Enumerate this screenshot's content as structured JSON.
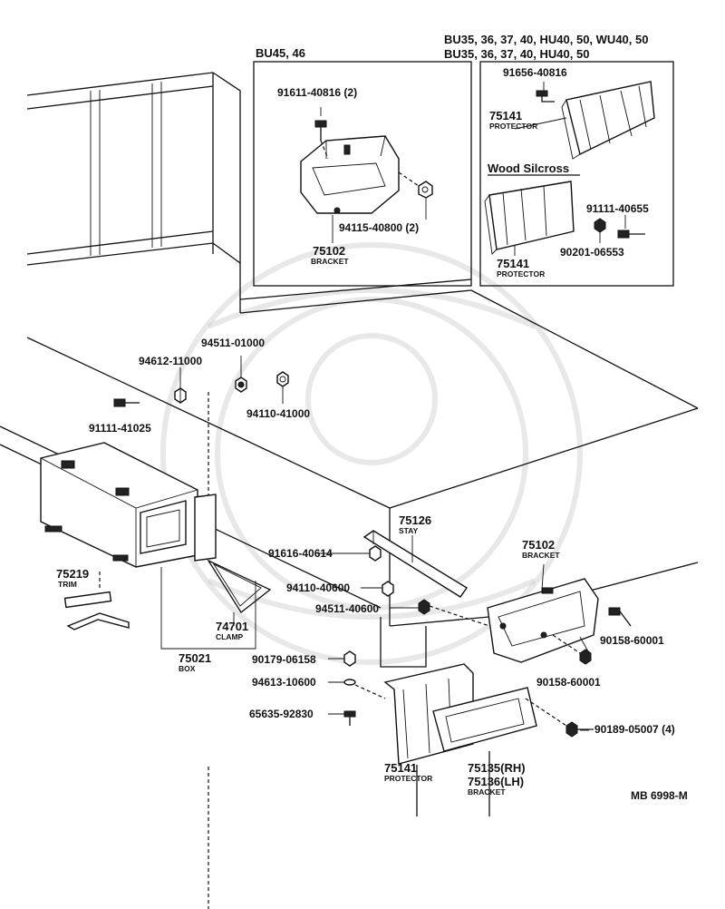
{
  "diagram_code": "MB 6998-M",
  "insets": {
    "left": {
      "title": "BU45, 46",
      "parts": [
        {
          "number": "91611-40816 (2)",
          "name": ""
        },
        {
          "number": "94115-40800 (2)",
          "name": ""
        },
        {
          "number": "75102",
          "name": "BRACKET"
        }
      ]
    },
    "right": {
      "title_line1": "BU35, 36, 37, 40, HU40, 50, WU40, 50",
      "title_line2": "BU35, 36, 37, 40, HU40, 50",
      "section_label": "Wood Silcross",
      "parts": [
        {
          "number": "91656-40816",
          "name": ""
        },
        {
          "number": "75141",
          "name": "PROTECTOR"
        },
        {
          "number": "91111-40655",
          "name": ""
        },
        {
          "number": "90201-06553",
          "name": ""
        },
        {
          "number": "75141",
          "name": "PROTECTOR"
        }
      ]
    }
  },
  "main_parts": [
    {
      "number": "94511-01000",
      "name": ""
    },
    {
      "number": "94612-11000",
      "name": ""
    },
    {
      "number": "94110-41000",
      "name": ""
    },
    {
      "number": "91111-41025",
      "name": ""
    },
    {
      "number": "75126",
      "name": "STAY"
    },
    {
      "number": "75102",
      "name": "BRACKET"
    },
    {
      "number": "91616-40614",
      "name": ""
    },
    {
      "number": "94110-40600",
      "name": ""
    },
    {
      "number": "94511-40600",
      "name": ""
    },
    {
      "number": "90158-60001",
      "name": ""
    },
    {
      "number": "90158-60001",
      "name": ""
    },
    {
      "number": "75219",
      "name": "TRIM"
    },
    {
      "number": "74701",
      "name": "CLAMP"
    },
    {
      "number": "75021",
      "name": "BOX"
    },
    {
      "number": "90179-06158",
      "name": ""
    },
    {
      "number": "94613-10600",
      "name": ""
    },
    {
      "number": "65635-92830",
      "name": ""
    },
    {
      "number": "75141",
      "name": "PROTECTOR"
    },
    {
      "number": "75135(RH)",
      "name": ""
    },
    {
      "number": "75136(LH)",
      "name": "BRACKET"
    },
    {
      "number": "90189-05007 (4)",
      "name": ""
    }
  ]
}
